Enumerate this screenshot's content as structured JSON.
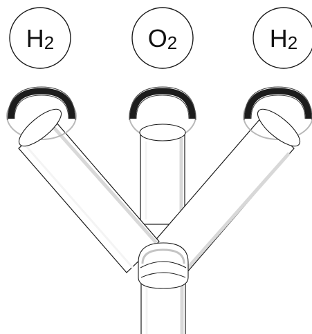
{
  "diagram": {
    "inlets": [
      {
        "id": "inlet-left",
        "element": "H",
        "subscript": "2",
        "label": "H2"
      },
      {
        "id": "inlet-center",
        "element": "O",
        "subscript": "2",
        "label": "O2"
      },
      {
        "id": "inlet-right",
        "element": "H",
        "subscript": "2",
        "label": "H2"
      }
    ]
  }
}
